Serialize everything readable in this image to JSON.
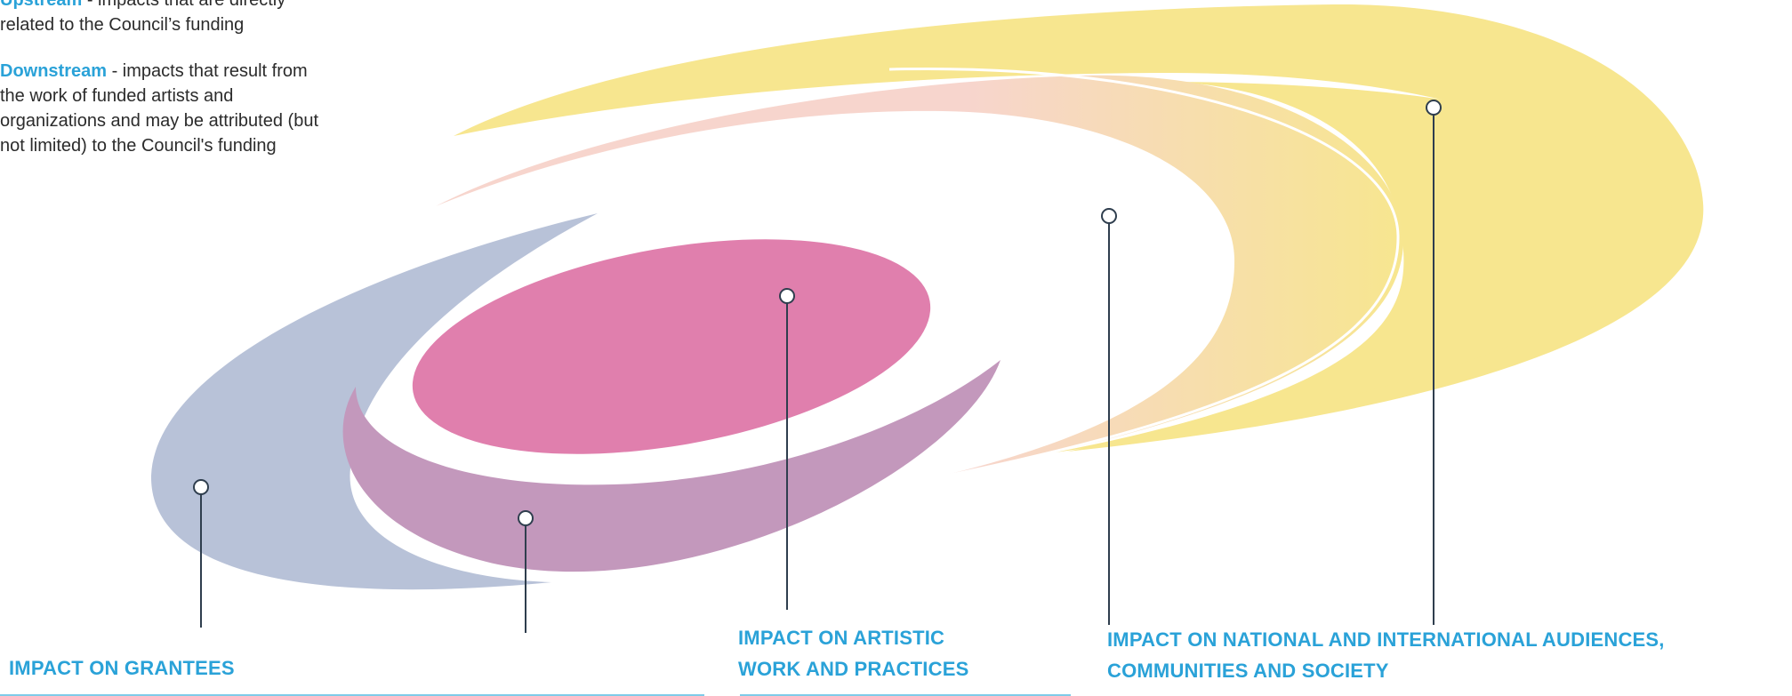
{
  "legend": {
    "upstream_term": "Upstream",
    "upstream_text": " - impacts that are directly related to the Council’s funding",
    "downstream_term": "Downstream",
    "downstream_text": " - impacts that result from the work of funded artists and organizations and may be attributed (but not limited) to the Council's funding"
  },
  "labels": {
    "grantees": "IMPACT ON GRANTEES",
    "artistic_line1": "IMPACT ON ARTISTIC",
    "artistic_line2": "WORK AND PRACTICES",
    "audiences_line1": "IMPACT ON NATIONAL AND INTERNATIONAL AUDIENCES,",
    "audiences_line2": "COMMUNITIES AND SOCIETY"
  },
  "colors": {
    "yellow": "#f7e68f",
    "peach": "#f7d5cd",
    "blue_gray": "#b8c2d8",
    "mauve": "#c398bc",
    "pink": "#e07fad",
    "connector": "#2f3e4e",
    "label": "#2aa2d8",
    "rule": "#7fcbe9"
  }
}
